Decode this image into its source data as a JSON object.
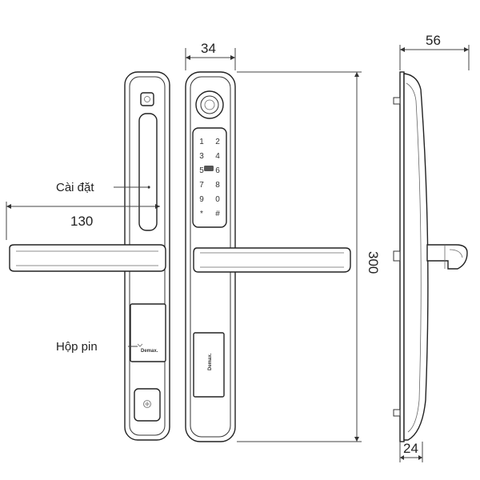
{
  "dimensions": {
    "front_width": "34",
    "side_depth": "56",
    "height": "300",
    "handle_length": "130",
    "base_depth": "24"
  },
  "labels": {
    "settings": "Cài đặt",
    "battery_box": "Hộp pin"
  },
  "keypad": {
    "keys": [
      "1",
      "2",
      "3",
      "4",
      "5",
      "6",
      "7",
      "8",
      "9",
      "0",
      "*",
      "#"
    ]
  },
  "brand": {
    "logo_text": "Demax."
  },
  "colors": {
    "line": "#222222",
    "background": "#ffffff"
  }
}
